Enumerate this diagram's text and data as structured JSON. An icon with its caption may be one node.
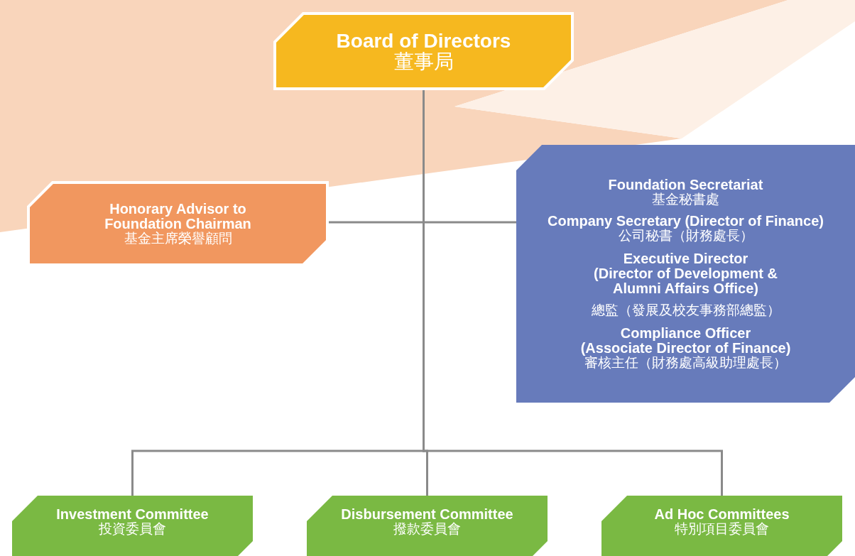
{
  "diagram": {
    "nodes": [
      {
        "text": [
          "Board of Directors",
          "董事局"
        ]
      },
      {
        "text": [
          "Honorary Advisor to Foundation Chairman",
          "基金主席榮譽顧問"
        ]
      },
      {
        "text": [
          "Foundation Secretariat",
          "基金秘書處",
          "Company Secretary (Director of Finance)",
          "公司秘書（財務處長）",
          "Executive Director",
          "(Director of Development & Alumni Affairs Office)",
          "總監（發展及校友事務部總監）",
          "Compliance Officer",
          "(Associate Director of Finance)",
          "審核主任（財務處高級助理處長）"
        ]
      },
      {
        "text": [
          "Investment Committee",
          "投資委員會"
        ]
      },
      {
        "text": [
          "Disbursement Committee",
          "撥款委員會"
        ]
      },
      {
        "text": [
          "Ad Hoc Committees",
          "特別項目委員會"
        ]
      }
    ],
    "edges": [
      {
        "from": 0,
        "to": 1,
        "arrow": "none"
      },
      {
        "from": 0,
        "to": 2,
        "arrow": "none"
      },
      {
        "from": 0,
        "to": 3,
        "arrow": "none"
      },
      {
        "from": 0,
        "to": 4,
        "arrow": "none"
      },
      {
        "from": 0,
        "to": 5,
        "arrow": "none"
      }
    ]
  }
}
